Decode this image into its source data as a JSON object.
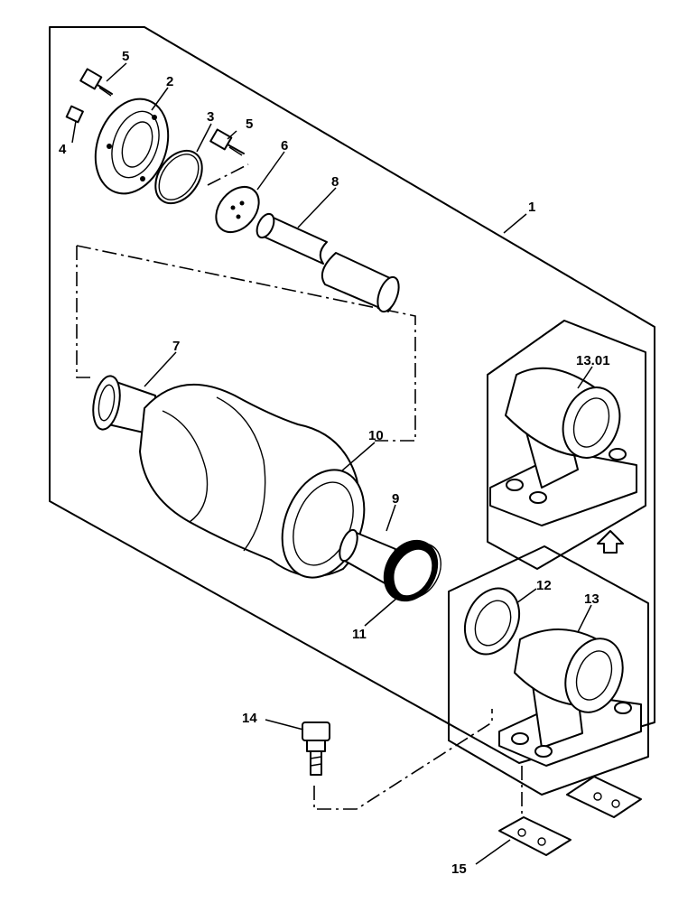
{
  "callouts": [
    {
      "id": "label-1",
      "text": "1"
    },
    {
      "id": "label-2",
      "text": "2"
    },
    {
      "id": "label-3",
      "text": "3"
    },
    {
      "id": "label-4",
      "text": "4"
    },
    {
      "id": "label-5a",
      "text": "5"
    },
    {
      "id": "label-5b",
      "text": "5"
    },
    {
      "id": "label-6",
      "text": "6"
    },
    {
      "id": "label-7",
      "text": "7"
    },
    {
      "id": "label-8",
      "text": "8"
    },
    {
      "id": "label-9",
      "text": "9"
    },
    {
      "id": "label-10",
      "text": "10"
    },
    {
      "id": "label-11",
      "text": "11"
    },
    {
      "id": "label-12",
      "text": "12"
    },
    {
      "id": "label-13",
      "text": "13"
    },
    {
      "id": "label-13-01",
      "text": "13.01"
    },
    {
      "id": "label-14",
      "text": "14"
    },
    {
      "id": "label-15",
      "text": "15"
    }
  ],
  "legend_arrow": "up-arrow-icon"
}
